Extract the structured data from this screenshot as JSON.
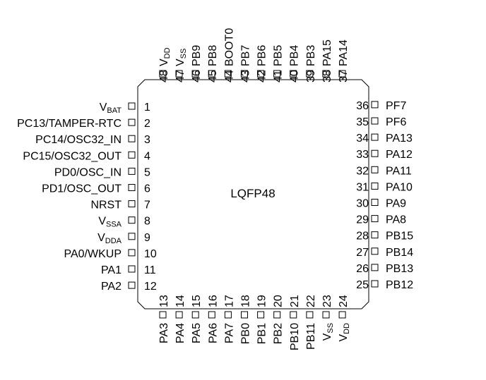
{
  "package": {
    "name": "LQFP48"
  },
  "pins": [
    {
      "num": "1",
      "name": "V",
      "sub": "BAT"
    },
    {
      "num": "2",
      "name": "PC13/TAMPER-RTC"
    },
    {
      "num": "3",
      "name": "PC14/OSC32_IN"
    },
    {
      "num": "4",
      "name": "PC15/OSC32_OUT"
    },
    {
      "num": "5",
      "name": "PD0/OSC_IN"
    },
    {
      "num": "6",
      "name": "PD1/OSC_OUT"
    },
    {
      "num": "7",
      "name": "NRST"
    },
    {
      "num": "8",
      "name": "V",
      "sub": "SSA"
    },
    {
      "num": "9",
      "name": "V",
      "sub": "DDA"
    },
    {
      "num": "10",
      "name": "PA0/WKUP"
    },
    {
      "num": "11",
      "name": "PA1"
    },
    {
      "num": "12",
      "name": "PA2"
    },
    {
      "num": "13",
      "name": "PA3"
    },
    {
      "num": "14",
      "name": "PA4"
    },
    {
      "num": "15",
      "name": "PA5"
    },
    {
      "num": "16",
      "name": "PA6"
    },
    {
      "num": "17",
      "name": "PA7"
    },
    {
      "num": "18",
      "name": "PB0"
    },
    {
      "num": "19",
      "name": "PB1"
    },
    {
      "num": "20",
      "name": "PB2"
    },
    {
      "num": "21",
      "name": "PB10"
    },
    {
      "num": "22",
      "name": "PB11"
    },
    {
      "num": "23",
      "name": "V",
      "sub": "SS"
    },
    {
      "num": "24",
      "name": "V",
      "sub": "DD"
    },
    {
      "num": "25",
      "name": "PB12"
    },
    {
      "num": "26",
      "name": "PB13"
    },
    {
      "num": "27",
      "name": "PB14"
    },
    {
      "num": "28",
      "name": "PB15"
    },
    {
      "num": "29",
      "name": "PA8"
    },
    {
      "num": "30",
      "name": "PA9"
    },
    {
      "num": "31",
      "name": "PA10"
    },
    {
      "num": "32",
      "name": "PA11"
    },
    {
      "num": "33",
      "name": "PA12"
    },
    {
      "num": "34",
      "name": "PA13"
    },
    {
      "num": "35",
      "name": "PF6"
    },
    {
      "num": "36",
      "name": "PF7"
    },
    {
      "num": "37",
      "name": "PA14"
    },
    {
      "num": "38",
      "name": "PA15"
    },
    {
      "num": "39",
      "name": "PB3"
    },
    {
      "num": "40",
      "name": "PB4"
    },
    {
      "num": "41",
      "name": "PB5"
    },
    {
      "num": "42",
      "name": "PB6"
    },
    {
      "num": "43",
      "name": "PB7"
    },
    {
      "num": "44",
      "name": "BOOT0"
    },
    {
      "num": "45",
      "name": "PB8"
    },
    {
      "num": "46",
      "name": "PB9"
    },
    {
      "num": "47",
      "name": "V",
      "sub": "SS"
    },
    {
      "num": "48",
      "name": "V",
      "sub": "DD"
    }
  ]
}
